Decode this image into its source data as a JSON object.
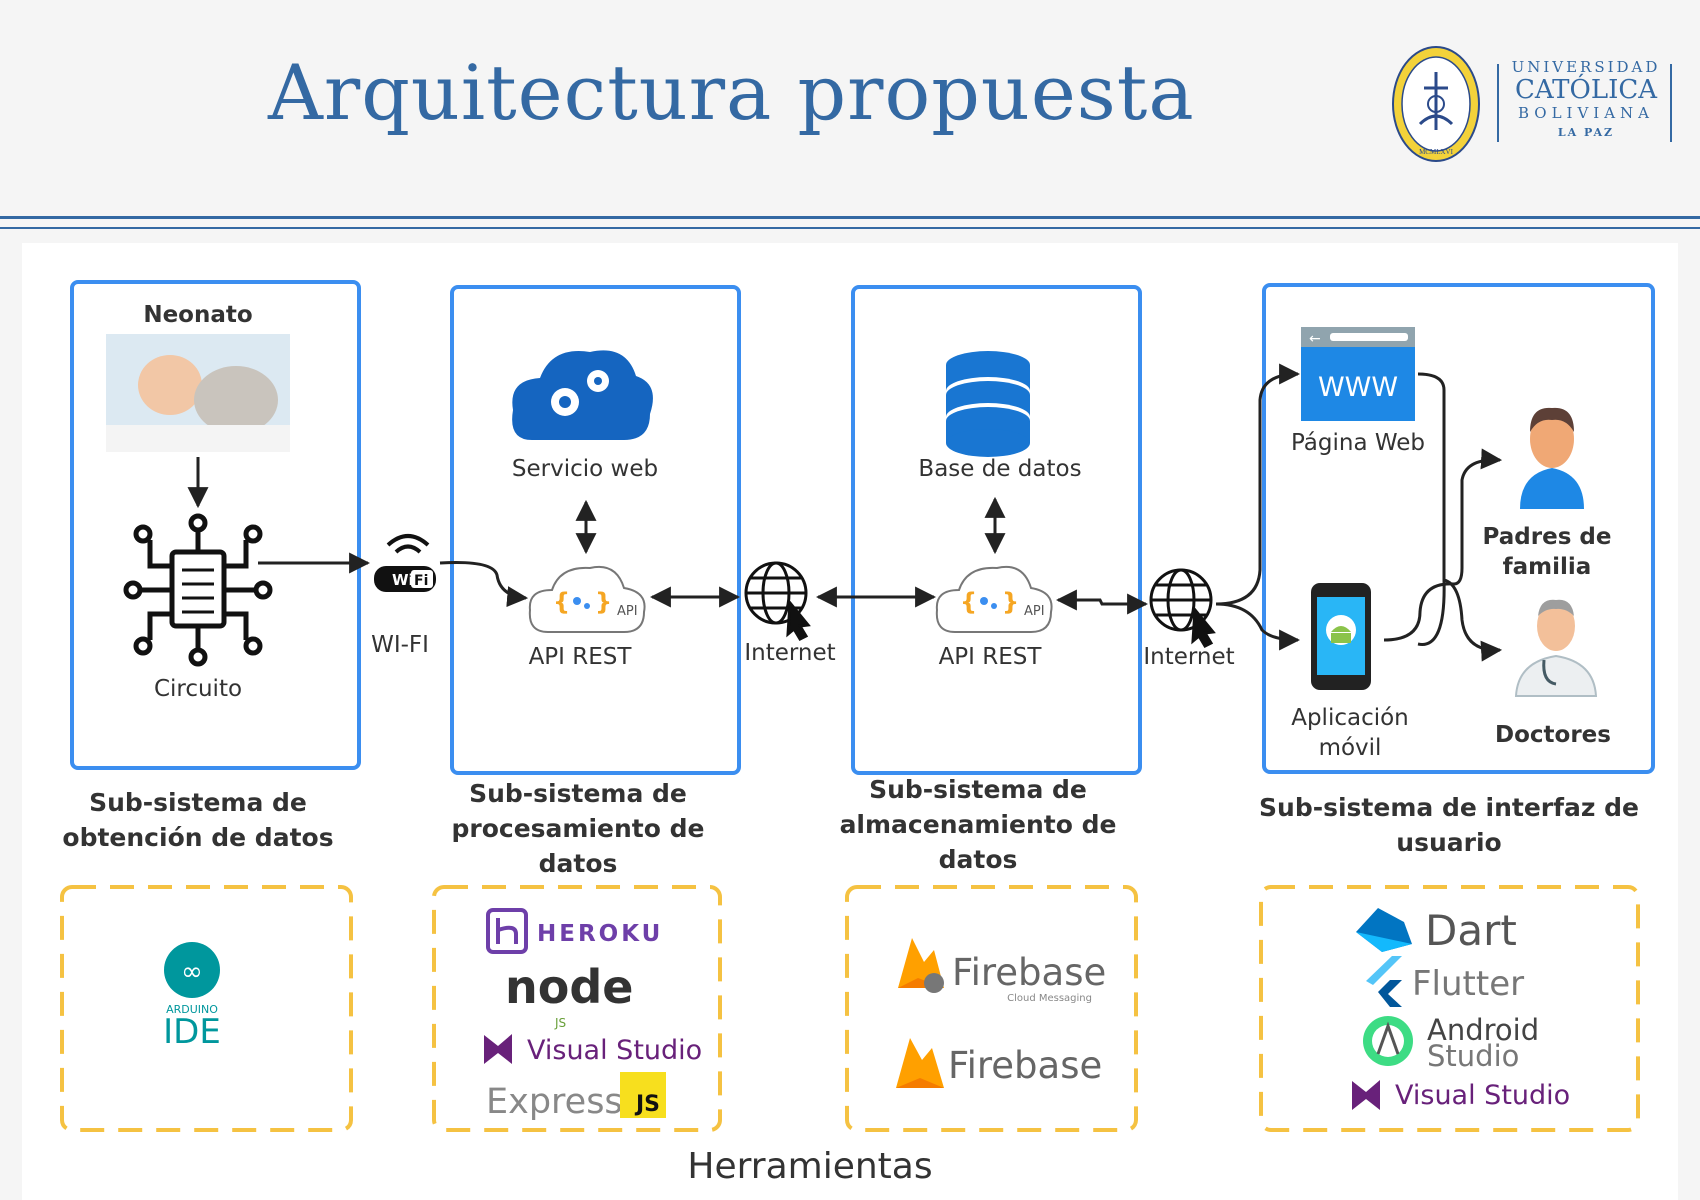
{
  "title": "Arquitectura propuesta",
  "university": {
    "line1": "UNIVERSIDAD",
    "line2": "CATÓLICA",
    "line3": "BOLIVIANA",
    "line4": "LA PAZ",
    "seal_text": "MCMLXVI"
  },
  "colors": {
    "accent": "#3469a3",
    "box_border": "#3b8ef0",
    "tool_border": "#f5c242"
  },
  "nodes": {
    "neonato": "Neonato",
    "circuito": "Circuito",
    "wifi": "WI-FI",
    "servicio_web": "Servicio web",
    "api_rest_1": "API REST",
    "internet_1": "Internet",
    "base_datos": "Base de datos",
    "api_rest_2": "API REST",
    "internet_2": "Internet",
    "pagina_web": "Página Web",
    "aplicacion_movil_1": "Aplicación",
    "aplicacion_movil_2": "móvil",
    "padres_1": "Padres de",
    "padres_2": "familia",
    "doctores": "Doctores",
    "api_badge": "API",
    "www": "WWW"
  },
  "subsystems": {
    "obtencion_1": "Sub-sistema de",
    "obtencion_2": "obtención de datos",
    "procesamiento_1": "Sub-sistema de",
    "procesamiento_2": "procesamiento de",
    "procesamiento_3": "datos",
    "almacenamiento_1": "Sub-sistema de",
    "almacenamiento_2": "almacenamiento de",
    "almacenamiento_3": "datos",
    "interfaz_1": "Sub-sistema de interfaz de",
    "interfaz_2": "usuario"
  },
  "tools": {
    "arduino_1": "ARDUINO",
    "arduino_2": "IDE",
    "heroku": "HEROKU",
    "node": "node",
    "node_js": "JS",
    "visual_studio": "Visual Studio",
    "express": "Express",
    "js": "JS",
    "firebase": "Firebase",
    "cloud_messaging": "Cloud Messaging",
    "dart": "Dart",
    "flutter": "Flutter",
    "android_1": "Android",
    "android_2": "Studio",
    "herramientas": "Herramientas"
  }
}
